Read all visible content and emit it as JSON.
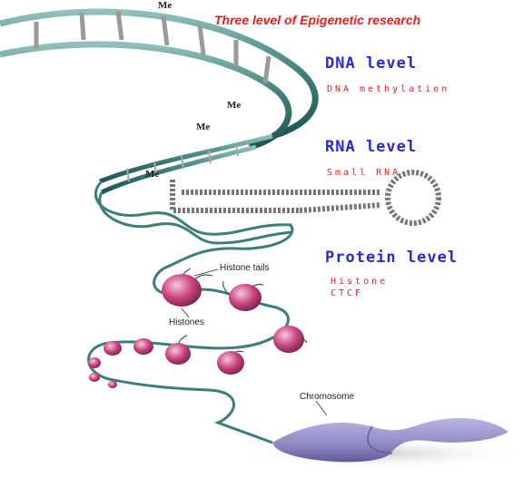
{
  "title": "Three level of Epigenetic research",
  "levels": [
    {
      "heading": "DNA level",
      "items": [
        "DNA methylation"
      ]
    },
    {
      "heading": "RNA level",
      "items": [
        "Small RNA"
      ]
    },
    {
      "heading": "Protein level",
      "items": [
        "Histone",
        "CTCF"
      ]
    }
  ],
  "annotations": {
    "histone_tails": "Histone tails",
    "histones": "Histones",
    "chromosome": "Chromosome"
  },
  "methyl_mark": "Me",
  "colors": {
    "title": "#e0201e",
    "level_heading": "#2a2ad0",
    "level_item": "#e0201e",
    "ribbon": "#3d7f78",
    "histone": "#c9457f",
    "chromosome": "#8f8ac4"
  }
}
